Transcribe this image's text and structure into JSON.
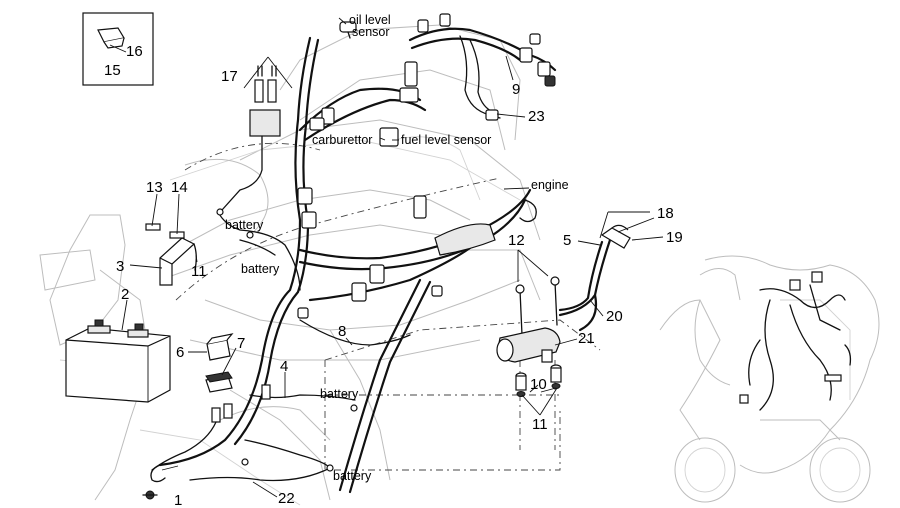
{
  "diagram": {
    "part_numbers": {
      "p1": "1",
      "p2": "2",
      "p3": "3",
      "p4": "4",
      "p5": "5",
      "p6": "6",
      "p7": "7",
      "p8": "8",
      "p9": "9",
      "p10": "10",
      "p11a": "11",
      "p11b": "11",
      "p12": "12",
      "p13": "13",
      "p14": "14",
      "p15": "15",
      "p16": "16",
      "p17": "17",
      "p18": "18",
      "p19": "19",
      "p20": "20",
      "p21": "21",
      "p22": "22",
      "p23": "23"
    },
    "callouts": {
      "oil_level_sensor_line1": "oil level",
      "oil_level_sensor_line2": "sensor",
      "carburettor": "carburettor",
      "fuel_level_sensor": "fuel level sensor",
      "engine": "engine",
      "battery_1": "battery",
      "battery_2": "battery",
      "battery_3": "battery",
      "battery_4": "battery"
    }
  }
}
